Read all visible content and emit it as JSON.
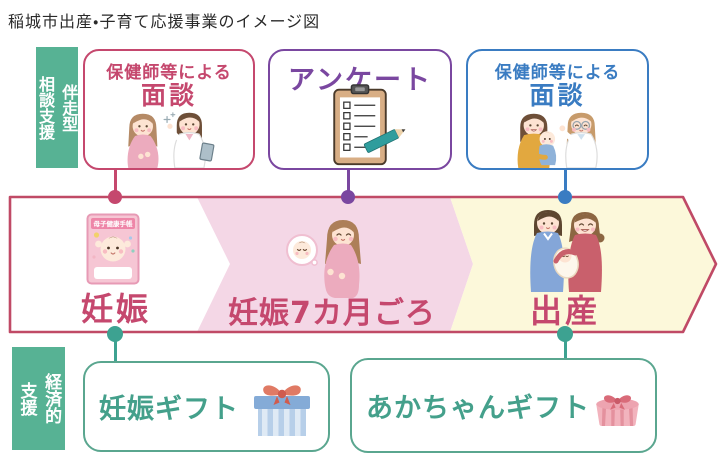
{
  "title": "稲城市出産・子育て応援事業のイメージ図",
  "side_labels": {
    "top": {
      "line1": "伴走型",
      "line2": "相談支援"
    },
    "bottom": {
      "line1": "経済的",
      "line2": "支援"
    }
  },
  "top_boxes": {
    "interview1": {
      "subtitle": "保健師等による",
      "title": "面談"
    },
    "survey": {
      "title": "アンケート"
    },
    "interview2": {
      "subtitle": "保健師等による",
      "title": "面談"
    }
  },
  "timeline": {
    "stage1": {
      "label": "妊娠"
    },
    "stage2": {
      "label": "妊娠7カ月ごろ"
    },
    "stage3": {
      "label": "出産"
    },
    "handbook_cover": "母子健康手帳"
  },
  "gift_boxes": {
    "pregnancy": {
      "label": "妊娠ギフト"
    },
    "baby": {
      "label": "あかちゃんギフト"
    }
  },
  "icons": {
    "interview1": "pregnant-woman-and-nurse-icon",
    "survey": "survey-clipboard-icon",
    "interview2": "mother-baby-and-nurse-icon",
    "stage1": "maternal-handbook-icon",
    "stage2": "pregnant-woman-icon",
    "stage3": "family-newborn-icon",
    "pregnancy_gift": "blue-gift-box-icon",
    "baby_gift": "pink-gift-box-icon"
  },
  "colors": {
    "crimson": "#c5486e",
    "purple": "#7a47a0",
    "blue": "#3a7cc2",
    "teal_dot": "#3da291",
    "teal_border": "#5aa68f",
    "teal_text": "#44a08b",
    "green_label": "#57b294",
    "pink_fill": "#f4d7e6",
    "cream_fill": "#fcf8da"
  }
}
